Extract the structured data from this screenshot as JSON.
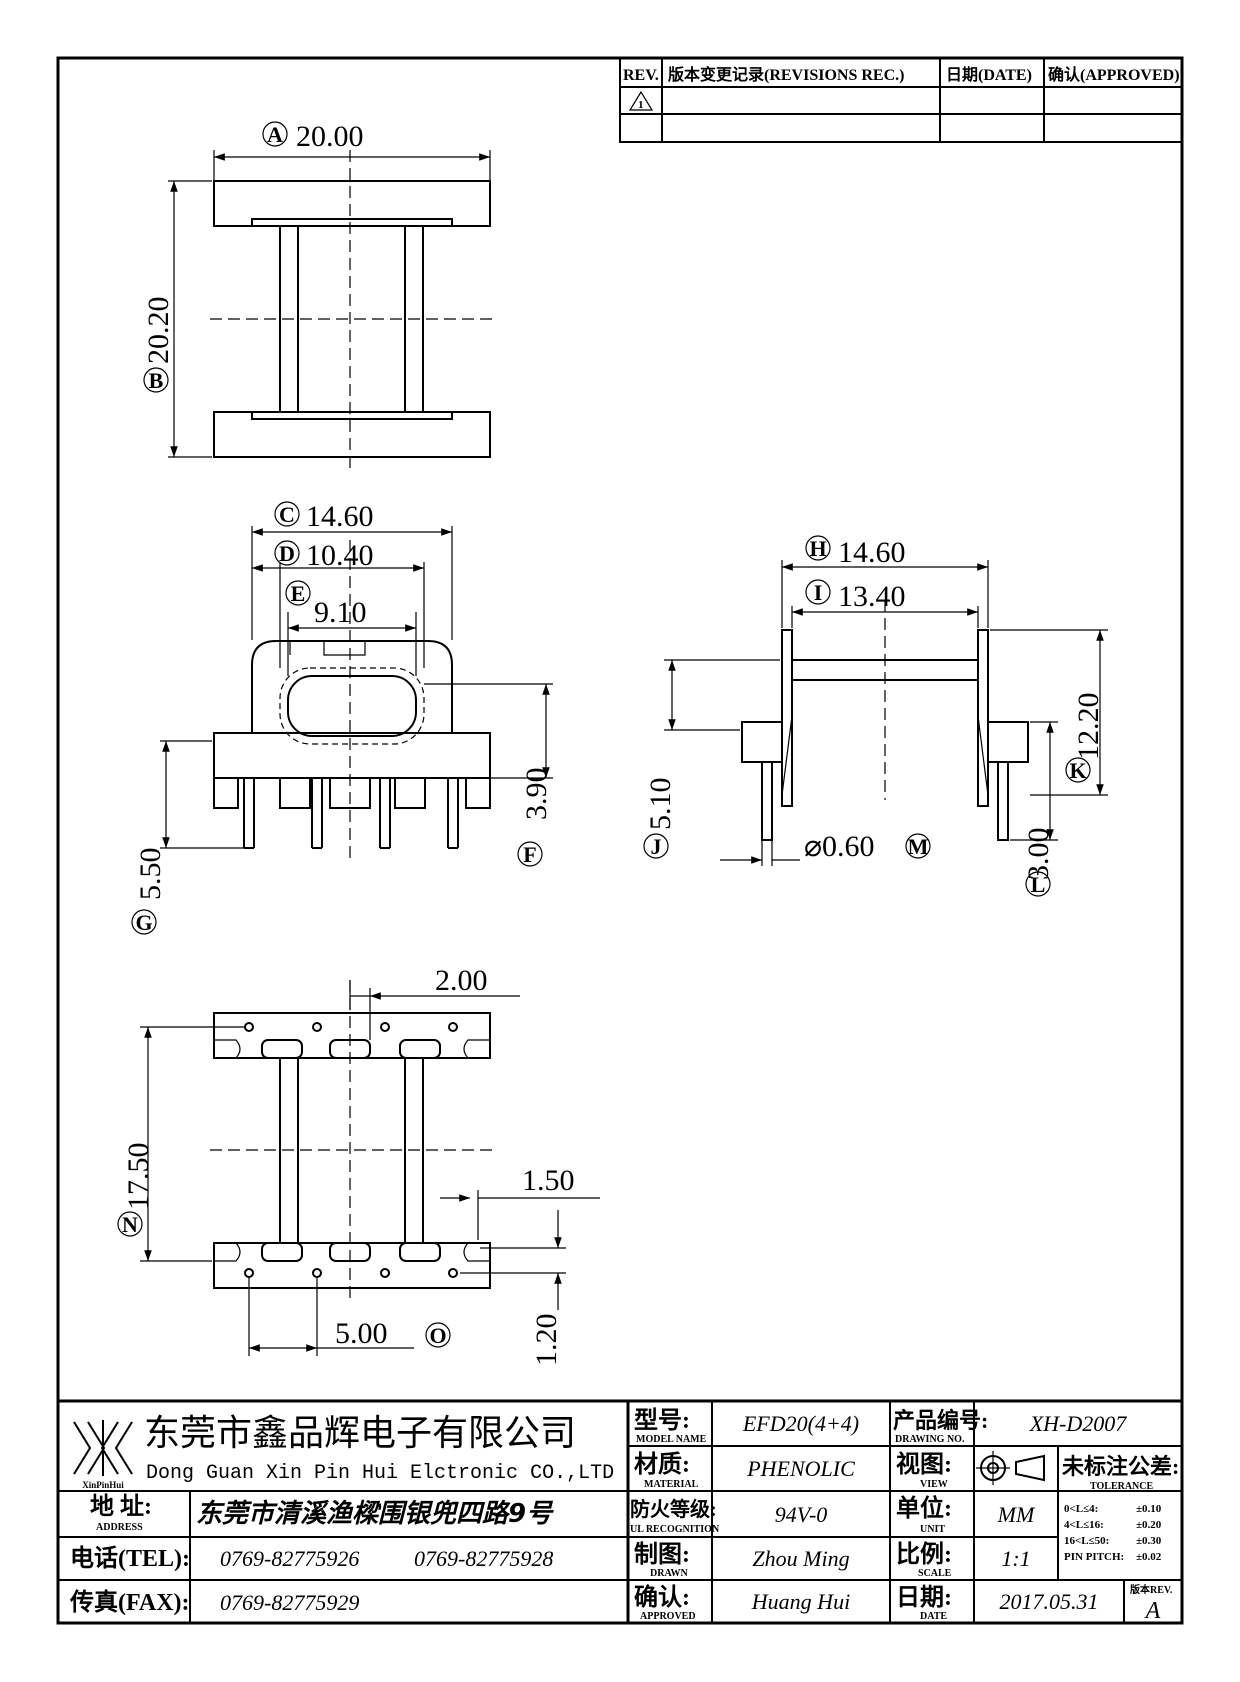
{
  "revision_table": {
    "rev": "REV.",
    "record": "版本变更记录(REVISIONS REC.)",
    "date": "日期(DATE)",
    "approved": "确认(APPROVED)",
    "rev_mark": "1"
  },
  "dimensions": {
    "a": {
      "label": "A",
      "value": "20.00"
    },
    "b": {
      "label": "B",
      "value": "20.20"
    },
    "c": {
      "label": "C",
      "value": "14.60"
    },
    "d": {
      "label": "D",
      "value": "10.40"
    },
    "e": {
      "label": "E",
      "value": "9.10"
    },
    "f": {
      "label": "F",
      "value": "3.90"
    },
    "g": {
      "label": "G",
      "value": "5.50"
    },
    "h": {
      "label": "H",
      "value": "14.60"
    },
    "i": {
      "label": "I",
      "value": "13.40"
    },
    "j": {
      "label": "J",
      "value": "5.10"
    },
    "k": {
      "label": "K",
      "value": "12.20"
    },
    "l": {
      "label": "L",
      "value": "3.00"
    },
    "m": {
      "label": "M",
      "value": "⌀0.60"
    },
    "n": {
      "label": "N",
      "value": "17.50"
    },
    "o": {
      "label": "O",
      "value": "5.00"
    },
    "pitch": "2.00",
    "slot": "1.50",
    "pin_offset": "1.20"
  },
  "title_block": {
    "company_cn": "东莞市鑫品辉电子有限公司",
    "company_en": "Dong Guan Xin Pin Hui Elctronic CO.,LTD",
    "logo_text": "XinPinHui",
    "address_label": "地 址:",
    "address_label_en": "ADDRESS",
    "address": "东莞市清溪渔樑围银兜四路9号",
    "tel_label": "电话(TEL):",
    "tel1": "0769-82775926",
    "tel2": "0769-82775928",
    "fax_label": "传真(FAX):",
    "fax": "0769-82775929",
    "model_label": "型号:",
    "model_label_en": "MODEL NAME",
    "model": "EFD20(4+4)",
    "material_label": "材质:",
    "material_label_en": "MATERIAL",
    "material": "PHENOLIC",
    "fire_label": "防火等级:",
    "fire_label_en": "UL RECOGNITION",
    "fire": "94V-0",
    "drawn_label": "制图:",
    "drawn_label_en": "DRAWN",
    "drawn": "Zhou Ming",
    "approved_label": "确认:",
    "approved_label_en": "APPROVED",
    "approved": "Huang Hui",
    "drawing_no_label": "产品编号:",
    "drawing_no_label_en": "DRAWING NO.",
    "drawing_no": "XH-D2007",
    "view_label": "视图:",
    "view_label_en": "VIEW",
    "unit_label": "单位:",
    "unit_label_en": "UNIT",
    "unit": "MM",
    "scale_label": "比例:",
    "scale_label_en": "SCALE",
    "scale": "1:1",
    "date_label": "日期:",
    "date_label_en": "DATE",
    "date": "2017.05.31",
    "tolerance_label": "未标注公差:",
    "tolerance_label_en": "TOLERANCE",
    "tolerances": [
      {
        "range": "0<L≤4:",
        "value": "±0.10"
      },
      {
        "range": "4<L≤16:",
        "value": "±0.20"
      },
      {
        "range": "16<L≤50:",
        "value": "±0.30"
      },
      {
        "range": "PIN PITCH:",
        "value": "±0.02"
      }
    ],
    "version_label": "版本REV.",
    "version": "A"
  }
}
